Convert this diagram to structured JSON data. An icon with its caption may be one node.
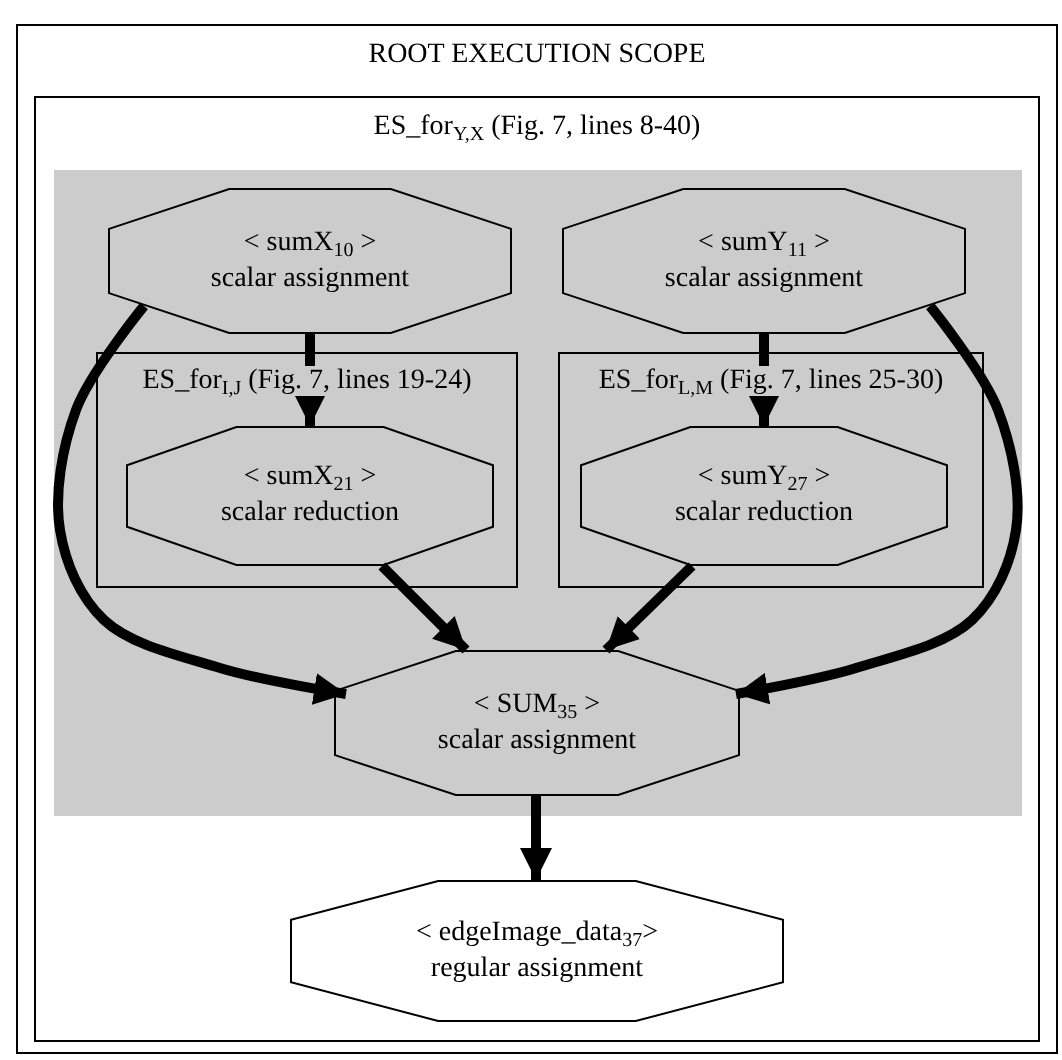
{
  "diagram": {
    "nodes": [
      {
        "text": [
          "ROOT EXECUTION SCOPE"
        ]
      },
      {
        "text": [
          "ES_for$_{Y,X}$ (Fig. 7, lines 8-40)"
        ],
        "in": 0
      },
      {
        "text": [
          "< sumX$_{10}$ >",
          "scalar assignment"
        ],
        "in": 1
      },
      {
        "text": [
          "< sumY$_{11}$ >",
          "scalar assignment"
        ],
        "in": 1
      },
      {
        "text": [
          "ES_for$_{I,J}$ (Fig. 7, lines 19-24)"
        ],
        "in": 1
      },
      {
        "text": [
          "< sumX$_{21}$ >",
          "scalar reduction"
        ],
        "in": 4
      },
      {
        "text": [
          "ES_for$_{L,M}$ (Fig. 7, lines 25-30)"
        ],
        "in": 1
      },
      {
        "text": [
          "< sumY$_{27}$ >",
          "scalar reduction"
        ],
        "in": 6
      },
      {
        "text": [
          "< SUM$_{35}$ >",
          "scalar assignment"
        ],
        "in": 1
      },
      {
        "text": [
          "< edgeImage_data$_{37}$>",
          "regular assignment"
        ],
        "in": 1
      }
    ],
    "edges": [
      {
        "from": 2,
        "to": 5,
        "arrow": "to"
      },
      {
        "from": 3,
        "to": 7,
        "arrow": "to"
      },
      {
        "from": 5,
        "to": 8,
        "arrow": "to"
      },
      {
        "from": 7,
        "to": 8,
        "arrow": "to"
      },
      {
        "from": 2,
        "to": 8,
        "arrow": "to"
      },
      {
        "from": 3,
        "to": 8,
        "arrow": "to"
      },
      {
        "from": 8,
        "to": 9,
        "arrow": "to"
      }
    ]
  }
}
